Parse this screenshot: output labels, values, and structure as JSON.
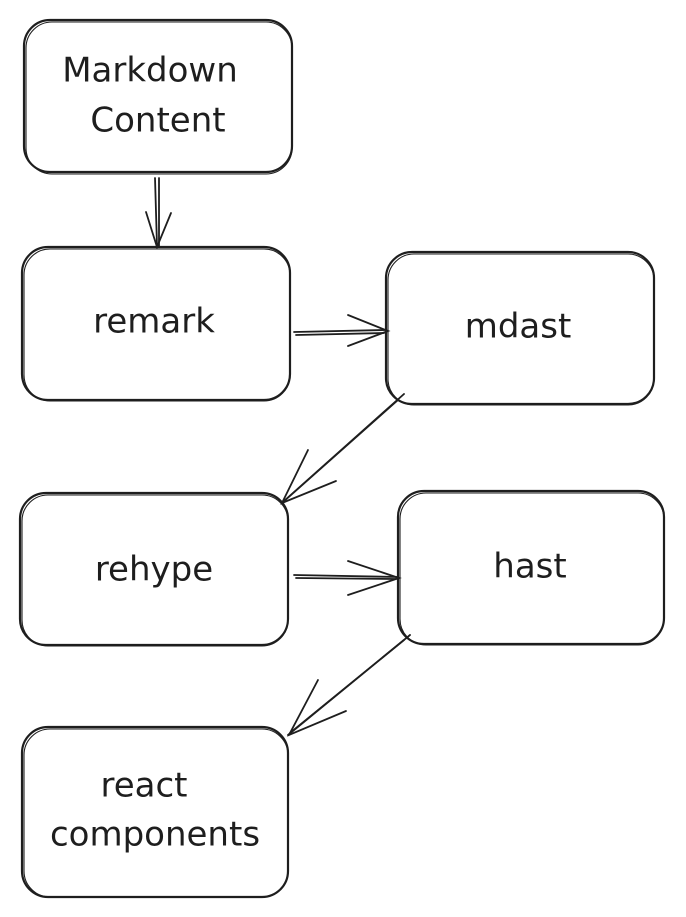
{
  "diagram": {
    "nodes": [
      {
        "id": "markdown-content",
        "lines": [
          "Markdown",
          "Content"
        ]
      },
      {
        "id": "remark",
        "lines": [
          "remark"
        ]
      },
      {
        "id": "mdast",
        "lines": [
          "mdast"
        ]
      },
      {
        "id": "rehype",
        "lines": [
          "rehype"
        ]
      },
      {
        "id": "hast",
        "lines": [
          "hast"
        ]
      },
      {
        "id": "react-components",
        "lines": [
          "react",
          "components"
        ]
      }
    ],
    "edges": [
      {
        "from": "markdown-content",
        "to": "remark"
      },
      {
        "from": "remark",
        "to": "mdast"
      },
      {
        "from": "mdast",
        "to": "rehype"
      },
      {
        "from": "rehype",
        "to": "hast"
      },
      {
        "from": "hast",
        "to": "react-components"
      }
    ],
    "stroke_color": "#1e1e1e",
    "background_color": "#ffffff"
  }
}
